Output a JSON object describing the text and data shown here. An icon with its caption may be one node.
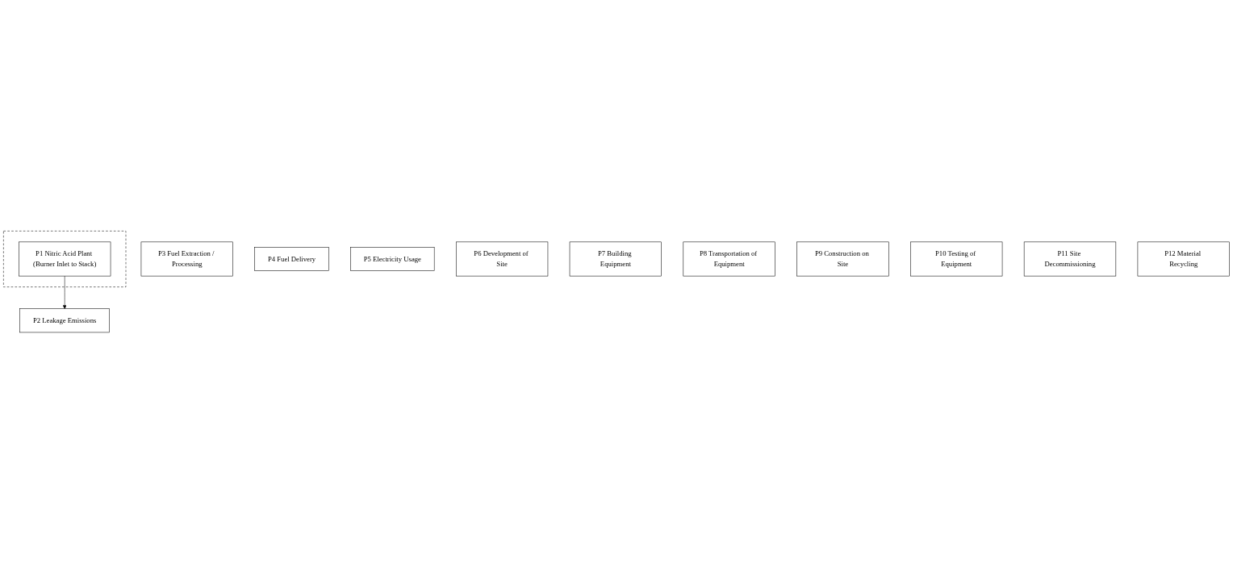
{
  "diagram": {
    "nodes": [
      {
        "text": [],
        "shape": "box"
      },
      {
        "text": [
          "P1 Nitric Acid Plant (Burner Inlet to Stack)"
        ],
        "in": 0
      },
      {
        "text": [
          "P2 Leakage Emissions"
        ]
      },
      {
        "text": [
          "P3 Fuel Extraction / Processing"
        ]
      },
      {
        "text": [
          "P4 Fuel Delivery"
        ]
      },
      {
        "text": [
          "P5 Electricity Usage"
        ]
      },
      {
        "text": [
          "P6 Development of Site"
        ]
      },
      {
        "text": [
          "P7 Building Equipment"
        ]
      },
      {
        "text": [
          "P8 Transportation of Equipment"
        ]
      },
      {
        "text": [
          "P9 Construction on Site"
        ]
      },
      {
        "text": [
          "P10 Testing of Equipment"
        ]
      },
      {
        "text": [
          "P11 Site Decommissioning"
        ]
      },
      {
        "text": [
          "P12 Material Recycling"
        ]
      }
    ],
    "edges": [
      {
        "from": 1,
        "to": 2,
        "arrow": "to"
      }
    ]
  }
}
